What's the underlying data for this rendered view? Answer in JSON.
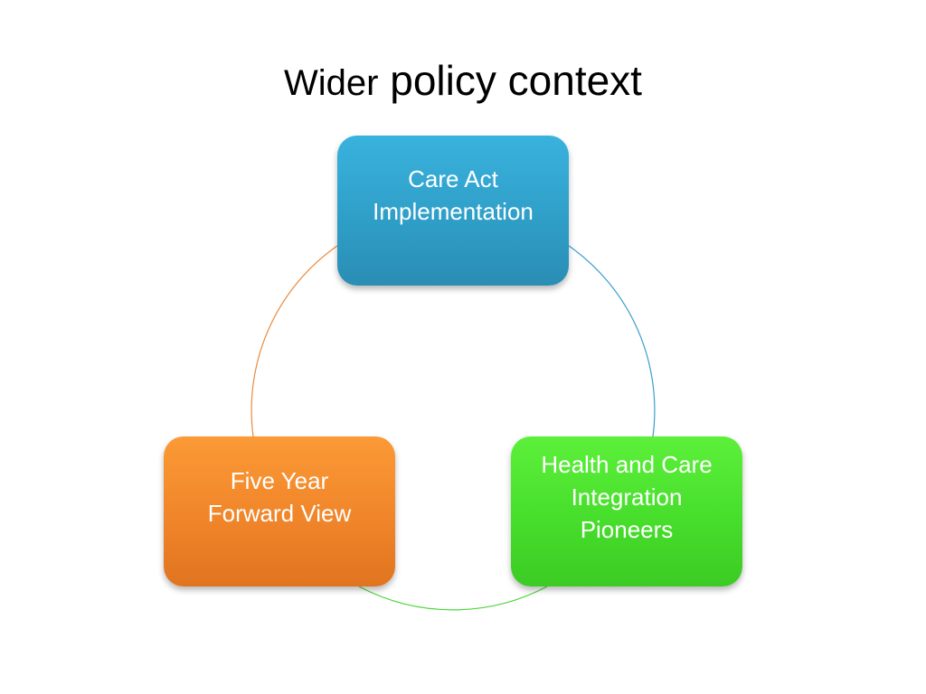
{
  "title": {
    "part1": "Wider",
    "part2": "policy context"
  },
  "cycle": {
    "nodes": [
      {
        "label": "Care Act\nImplementation",
        "color": "#2f9fc8"
      },
      {
        "label": "Health and Care\nIntegration\nPioneers",
        "color": "#47de2c"
      },
      {
        "label": "Five Year\nForward View",
        "color": "#f0852a"
      }
    ],
    "connector_colors": [
      "#3a9fcb",
      "#4cd63a",
      "#ea8a3a"
    ]
  }
}
